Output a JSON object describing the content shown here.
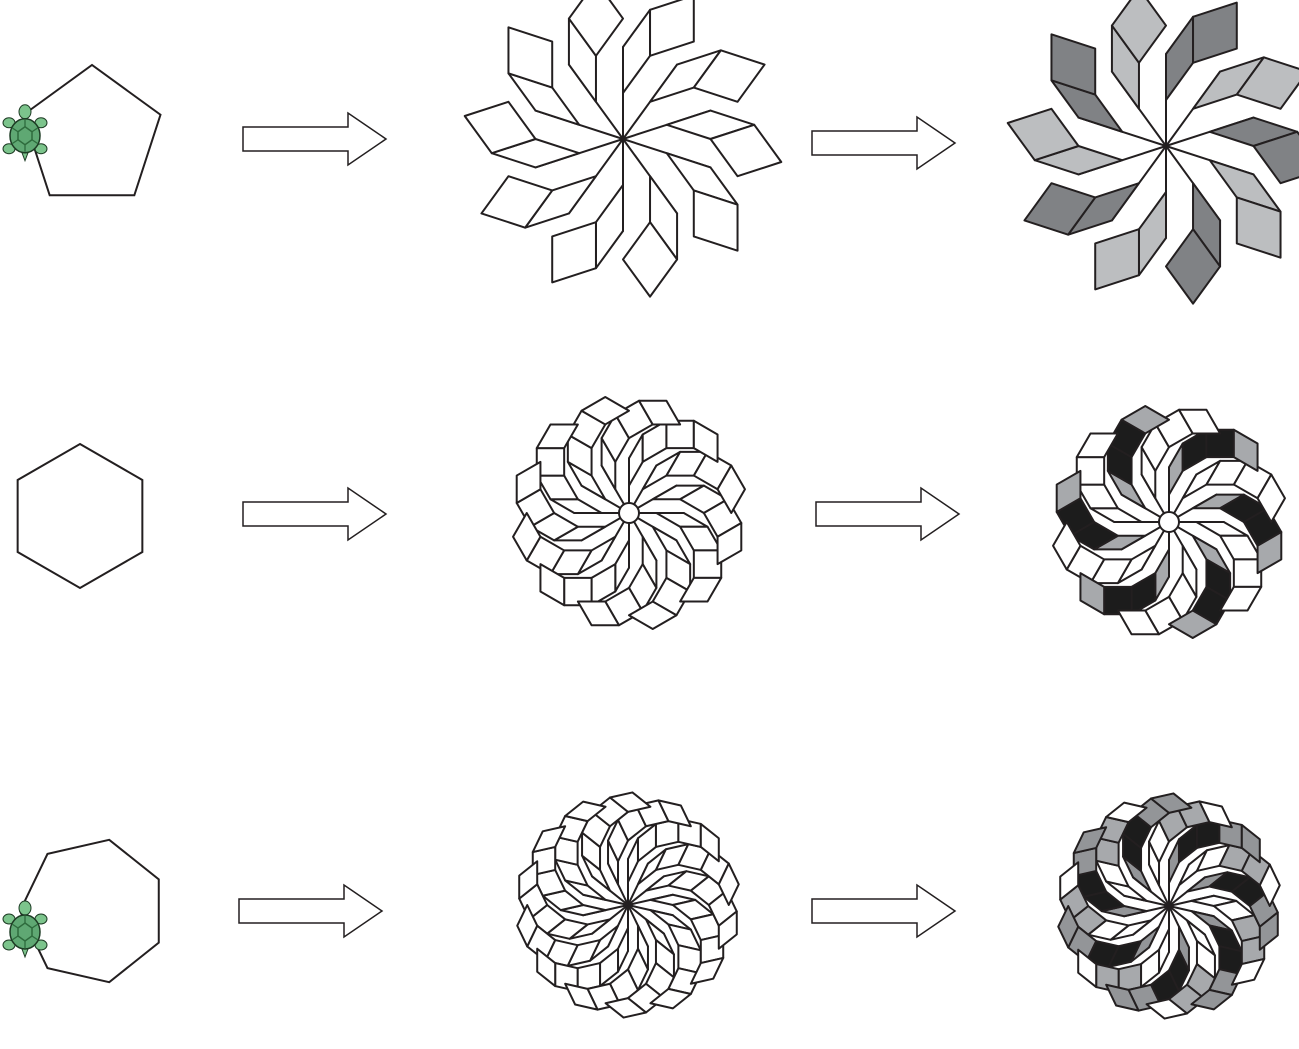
{
  "rows": [
    {
      "polygon_sides": 5,
      "turtle": true,
      "rhombus_folds": 10,
      "rhombus_layers": 3,
      "center_hole": false,
      "palette": [
        "#1c1c1c",
        "#808285",
        "#bcbec0",
        "#ffffff"
      ]
    },
    {
      "polygon_sides": 6,
      "turtle": false,
      "rhombus_folds": 12,
      "rhombus_layers": 5,
      "center_hole": true,
      "palette": [
        "#1c1c1c",
        "#a7a9ac",
        "#ffffff",
        "#ffffff"
      ]
    },
    {
      "polygon_sides": 7,
      "turtle": true,
      "rhombus_folds": 14,
      "rhombus_layers": 6,
      "center_hole": false,
      "palette": [
        "#1c1c1c",
        "#939598",
        "#ffffff",
        "#a7a9ac"
      ]
    }
  ],
  "stroke_color": "#231f20",
  "turtle_colors": {
    "shell": "#5fa873",
    "pattern": "#2e6b3d",
    "skin": "#7cc48c"
  },
  "arrow_fill": "#ffffff"
}
